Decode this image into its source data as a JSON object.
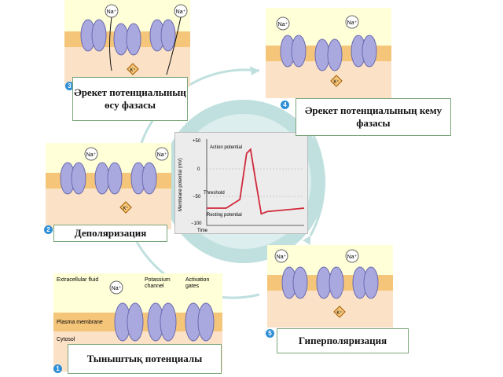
{
  "labels": {
    "rising": "Әрекет потенциалының өсу фазасы",
    "falling": "Әрекет потенциалының кему фазасы",
    "depol": "Деполяризация",
    "hyper": "Гиперполяризация",
    "resting": "Тыныштық потенциалы"
  },
  "ions": {
    "na": "Na⁺",
    "k": "K⁺"
  },
  "panel_legend": {
    "extracellular": "Extracellular fluid",
    "potassium_channel": "Potassium channel",
    "activation_gates": "Activation gates",
    "plasma_membrane": "Plasma membrane",
    "cytosol": "Cytosol"
  },
  "steps": [
    "1",
    "2",
    "3",
    "4",
    "5"
  ],
  "colors": {
    "membrane": "#f5c67a",
    "extracellular": "#ffffd8",
    "cytosol": "#fbe1c6",
    "ring": "#bfe0de",
    "curve_red": "#d1283b",
    "curve_blue": "#2d6fb8",
    "curve_green": "#27a35a"
  },
  "chart_data": {
    "type": "line",
    "ylabel": "Membrane potential (mV)",
    "xlabel": "Time",
    "yticks": [
      "+50",
      "0",
      "−50",
      "−100"
    ],
    "ylim": [
      -100,
      50
    ],
    "annotations": {
      "action": "Action potential",
      "threshold": "Threshold",
      "resting": "Resting potential"
    },
    "series": [
      {
        "values": [
          [
            0,
            -70
          ],
          [
            2,
            -70
          ],
          [
            3.4,
            -55
          ],
          [
            4.1,
            25
          ],
          [
            4.5,
            32
          ],
          [
            5,
            -20
          ],
          [
            5.6,
            -80
          ],
          [
            6.2,
            -76
          ],
          [
            10,
            -70
          ]
        ]
      }
    ]
  }
}
